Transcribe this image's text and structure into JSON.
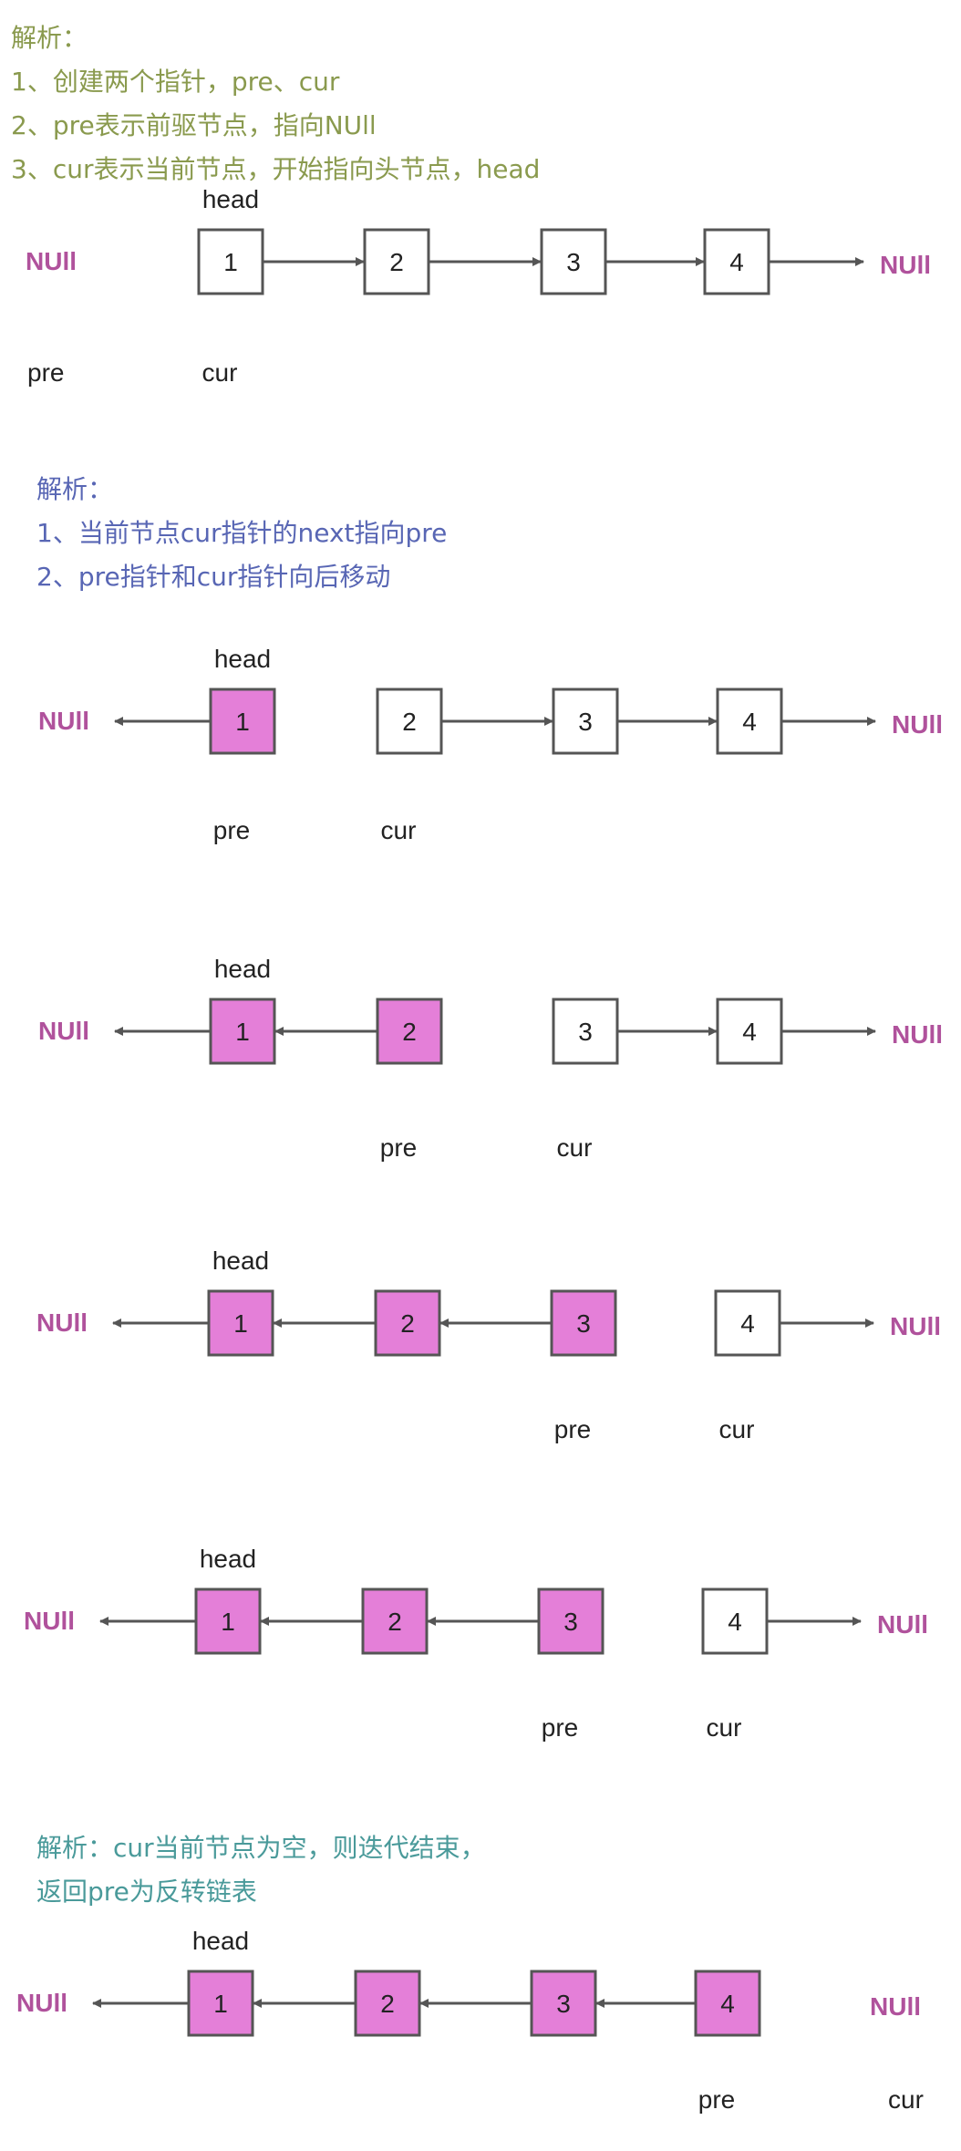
{
  "colors": {
    "highlight": "#e47fd8",
    "stroke": "#555555",
    "null_text": "#b0529c",
    "note_green": "#8a9a4e",
    "note_blue": "#5866b4",
    "note_teal": "#4a9a9a"
  },
  "notes": [
    {
      "lines": [
        "解析：",
        "1、创建两个指针，pre、cur",
        "2、pre表示前驱节点，指向NUll",
        "3、cur表示当前节点，开始指向头节点，head"
      ]
    },
    {
      "lines": [
        "解析：",
        "1、当前节点cur指针的next指向pre",
        "2、pre指针和cur指针向后移动"
      ]
    },
    {
      "lines": [
        "解析：cur当前节点为空，则迭代结束，",
        "返回pre为反转链表"
      ]
    }
  ],
  "diagrams": [
    {
      "nodes": [
        "1",
        "2",
        "3",
        "4"
      ],
      "highlighted": [],
      "reversed_links": 0,
      "left_null": "NUll",
      "right_null": "NUll",
      "head": "head",
      "head_node": 0,
      "labels": [
        {
          "text": "pre",
          "under": "left-null"
        },
        {
          "text": "cur",
          "under": 0
        }
      ]
    },
    {
      "nodes": [
        "1",
        "2",
        "3",
        "4"
      ],
      "highlighted": [
        0
      ],
      "reversed_links": 1,
      "left_null": "NUll",
      "right_null": "NUll",
      "head": "head",
      "head_node": 0,
      "labels": [
        {
          "text": "pre",
          "under": 0
        },
        {
          "text": "cur",
          "under": 1
        }
      ]
    },
    {
      "nodes": [
        "1",
        "2",
        "3",
        "4"
      ],
      "highlighted": [
        0,
        1
      ],
      "reversed_links": 2,
      "left_null": "NUll",
      "right_null": "NUll",
      "head": "head",
      "head_node": 0,
      "labels": [
        {
          "text": "pre",
          "under": 1
        },
        {
          "text": "cur",
          "under": 2
        }
      ]
    },
    {
      "nodes": [
        "1",
        "2",
        "3",
        "4"
      ],
      "highlighted": [
        0,
        1,
        2
      ],
      "reversed_links": 3,
      "left_null": "NUll",
      "right_null": "NUll",
      "head": "head",
      "head_node": 0,
      "labels": [
        {
          "text": "pre",
          "under": 2
        },
        {
          "text": "cur",
          "under": 3
        }
      ]
    },
    {
      "nodes": [
        "1",
        "2",
        "3",
        "4"
      ],
      "highlighted": [
        0,
        1,
        2
      ],
      "reversed_links": 3,
      "left_null": "NUll",
      "right_null": "NUll",
      "head": "head",
      "head_node": 0,
      "labels": [
        {
          "text": "pre",
          "under": 2
        },
        {
          "text": "cur",
          "under": 3
        }
      ]
    },
    {
      "nodes": [
        "1",
        "2",
        "3",
        "4"
      ],
      "highlighted": [
        0,
        1,
        2,
        3
      ],
      "reversed_links": 4,
      "left_null": "NUll",
      "right_null": "NUll",
      "head": "head",
      "head_node": 0,
      "labels": [
        {
          "text": "pre",
          "under": 3
        },
        {
          "text": "cur",
          "under": "right-null"
        }
      ]
    }
  ]
}
